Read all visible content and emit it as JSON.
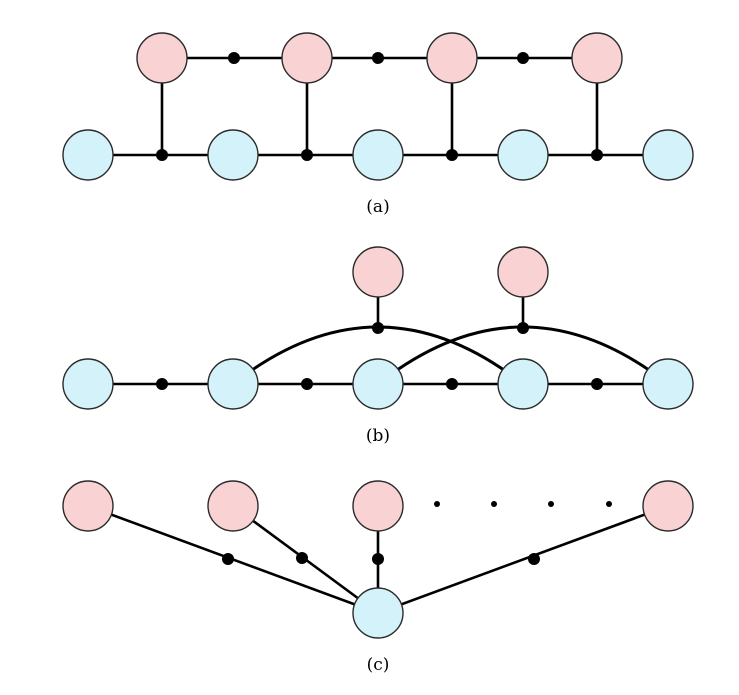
{
  "colors": {
    "pink_node": "#f9d3d3",
    "blue_node": "#d4f2f9",
    "dot": "#000000",
    "edge": "#000000"
  },
  "panels": [
    {
      "caption": "(a)"
    },
    {
      "caption": "(b)"
    },
    {
      "caption": "(c)"
    }
  ]
}
